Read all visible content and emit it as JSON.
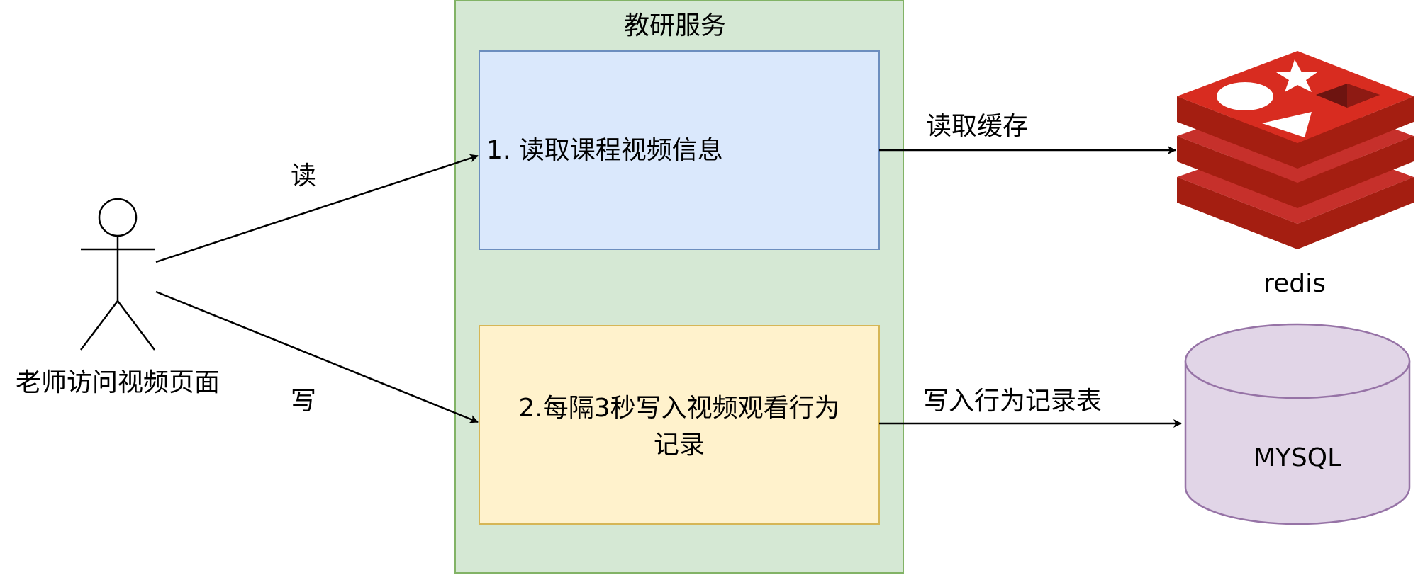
{
  "service": {
    "title": "教研服务",
    "read_box_text": "1. 读取课程视频信息",
    "write_box_text_line1": "2.每隔3秒写入视频观看行为",
    "write_box_text_line2": "记录"
  },
  "actor": {
    "label": "老师访问视频页面"
  },
  "edges": {
    "read_label": "读",
    "write_label": "写",
    "cache_label": "读取缓存",
    "record_label": "写入行为记录表"
  },
  "redis": {
    "label": "redis"
  },
  "mysql": {
    "label": "MYSQL"
  },
  "colors": {
    "service_fill": "#d5e8d4",
    "service_stroke": "#82b366",
    "read_fill": "#dae8fc",
    "read_stroke": "#6c8ebf",
    "write_fill": "#fff2cc",
    "write_stroke": "#d6b656",
    "mysql_fill": "#e1d5e7",
    "mysql_stroke": "#9673a6",
    "redis_red": "#c6302b",
    "redis_dark": "#a41e11"
  }
}
